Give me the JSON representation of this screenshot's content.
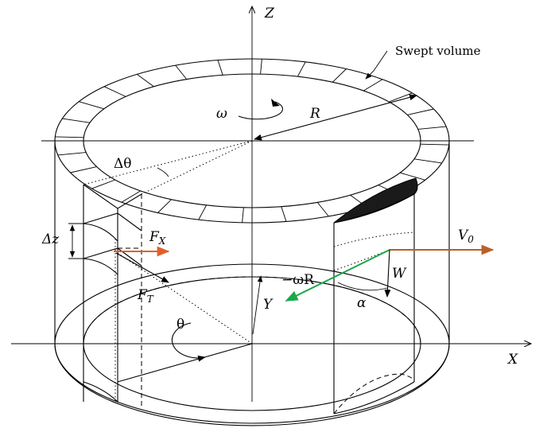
{
  "labels": {
    "z_axis": "Z",
    "x_axis": "X",
    "y_axis": "Y",
    "swept_volume": "Swept volume",
    "omega": "ω",
    "radius": "R",
    "delta_theta": "Δθ",
    "delta_z": "Δz",
    "fx_main": "F",
    "fx_sub": "X",
    "ft_main": "F",
    "ft_sub": "T",
    "theta": "θ",
    "minus_omega_r": "−ωR",
    "w": "W",
    "alpha": "α",
    "v0_main": "V",
    "v0_sub": "0"
  },
  "colors": {
    "line": "#000000",
    "force_arrow": "#e0602a",
    "freestream_arrow": "#b9602a",
    "rotation_velocity_arrow": "#1aa84a",
    "blade_fill": "#1a1a1a"
  }
}
